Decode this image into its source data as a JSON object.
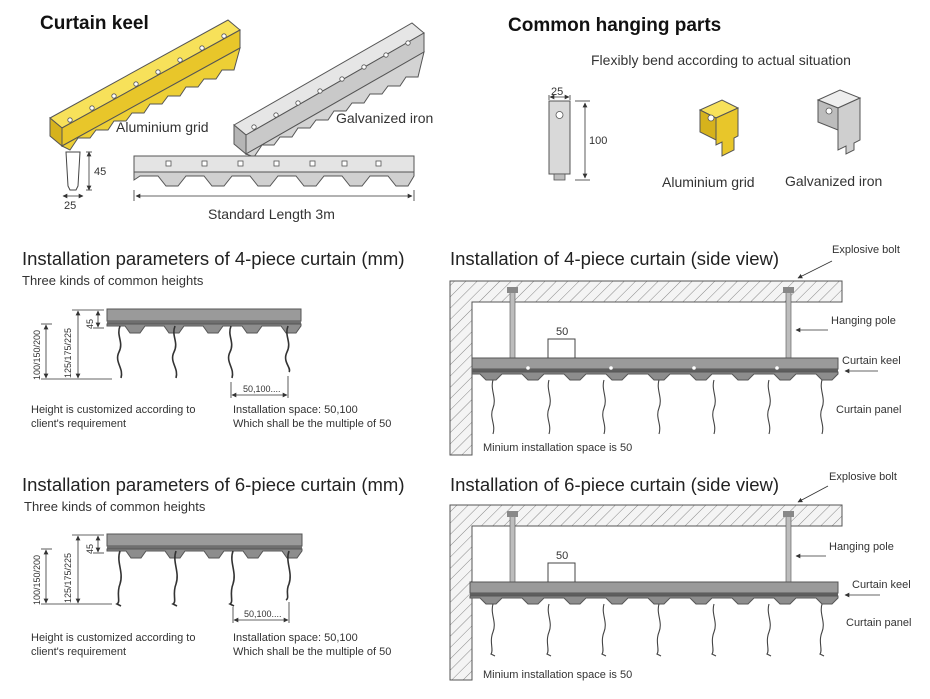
{
  "colors": {
    "aluminium": "#f2d73a",
    "galvanized": "#d7d7d7",
    "keel_dark": "#7a7a7a",
    "keel_fill": "#a9a9a9",
    "line": "#444444"
  },
  "keel": {
    "title": "Curtain keel",
    "aluminium_label": "Aluminium grid",
    "galvanized_label": "Galvanized iron",
    "dim_height": "45",
    "dim_width": "25",
    "standard_length": "Standard Length 3m"
  },
  "hanging": {
    "title": "Common hanging parts",
    "subtitle": "Flexibly bend according to actual situation",
    "dim_width": "25",
    "dim_height": "100",
    "aluminium_label": "Aluminium grid",
    "galvanized_label": "Galvanized iron"
  },
  "param4": {
    "title": "Installation parameters of 4-piece curtain (mm)",
    "subtitle": "Three kinds of common heights",
    "dim_total": "100/150/200",
    "dim_panel": "125/175/225",
    "dim_keel": "45",
    "dim_space": "50,100....",
    "note_left_1": "Height is customized according to",
    "note_left_2": "client's requirement",
    "note_right_1": "Installation space: 50,100",
    "note_right_2": "Which shall be the multiple of 50"
  },
  "side4": {
    "title": "Installation of 4-piece curtain (side view)",
    "explosive_bolt": "Explosive bolt",
    "hanging_pole": "Hanging pole",
    "curtain_keel": "Curtain keel",
    "curtain_panel": "Curtain panel",
    "dim_50": "50",
    "min_space": "Minium installation space is 50"
  },
  "param6": {
    "title": "Installation parameters of 6-piece curtain (mm)",
    "subtitle": "Three kinds of common heights",
    "dim_total": "100/150/200",
    "dim_panel": "125/175/225",
    "dim_keel": "45",
    "dim_space": "50,100....",
    "note_left_1": "Height is customized according to",
    "note_left_2": "client's requirement",
    "note_right_1": "Installation space: 50,100",
    "note_right_2": "Which shall be the multiple of 50"
  },
  "side6": {
    "title": "Installation of 6-piece curtain (side view)",
    "explosive_bolt": "Explosive bolt",
    "hanging_pole": "Hanging pole",
    "curtain_keel": "Curtain keel",
    "curtain_panel": "Curtain panel",
    "dim_50": "50",
    "min_space": "Minium installation space is 50"
  }
}
